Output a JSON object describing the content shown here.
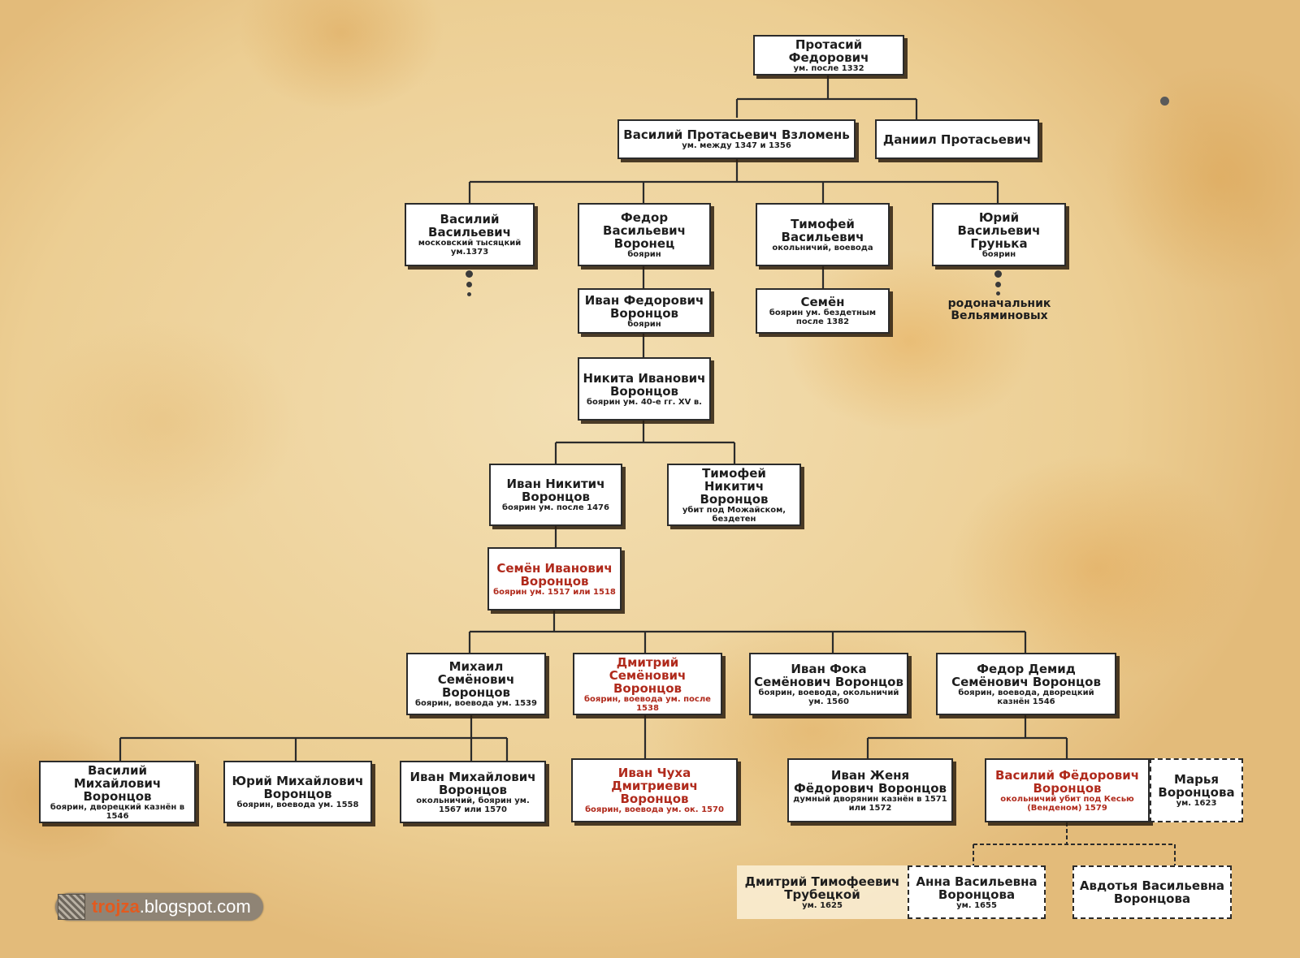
{
  "persons": {
    "protasiy": {
      "name": "Протасий Федорович",
      "sub": "ум. после 1332"
    },
    "vasiliy_vzlomen": {
      "name": "Василий Протасьевич Взломень",
      "sub": "ум. между 1347 и 1356"
    },
    "daniil": {
      "name": "Даниил Протасьевич",
      "sub": ""
    },
    "vasiliy_v": {
      "name": "Василий Васильевич",
      "sub": "московский тысяцкий ум.1373"
    },
    "fedor_voronets": {
      "name": "Федор Васильевич Воронец",
      "sub": "боярин"
    },
    "timofey_v": {
      "name": "Тимофей Васильевич",
      "sub": "окольничий, воевода"
    },
    "yuriy_grunka": {
      "name": "Юрий Васильевич Грунька",
      "sub": "боярин"
    },
    "ivan_fedorovich": {
      "name": "Иван Федорович Воронцов",
      "sub": "боярин"
    },
    "semen_t": {
      "name": "Семён",
      "sub": "боярин ум. бездетным после 1382"
    },
    "nikita": {
      "name": "Никита Иванович Воронцов",
      "sub": "боярин ум. 40-е гг. XV в."
    },
    "ivan_nikitich": {
      "name": "Иван Никитич Воронцов",
      "sub": "боярин ум. после 1476"
    },
    "timofey_nikitich": {
      "name": "Тимофей Никитич Воронцов",
      "sub": "убит под Можайском, бездетен"
    },
    "semen_ivanovich": {
      "name": "Семён Иванович Воронцов",
      "sub": "боярин ум. 1517 или 1518"
    },
    "mikhail_s": {
      "name": "Михаил Семёнович Воронцов",
      "sub": "боярин, воевода ум. 1539"
    },
    "dmitriy_s": {
      "name": "Дмитрий Семёнович Воронцов",
      "sub": "боярин, воевода ум. после 1538"
    },
    "ivan_foka": {
      "name": "Иван Фока Семёнович Воронцов",
      "sub": "боярин, воевода, окольничий ум. 1560"
    },
    "fedor_demid": {
      "name": "Федор Демид Семёнович Воронцов",
      "sub": "боярин, воевода, дворецкий казнён 1546"
    },
    "vasiliy_m": {
      "name": "Василий Михайлович Воронцов",
      "sub": "боярин, дворецкий казнён в 1546"
    },
    "yuriy_m": {
      "name": "Юрий Михайлович Воронцов",
      "sub": "боярин, воевода ум. 1558"
    },
    "ivan_m": {
      "name": "Иван Михайлович Воронцов",
      "sub": "окольничий, боярин ум. 1567 или 1570"
    },
    "ivan_chukha": {
      "name": "Иван Чуха Дмитриевич Воронцов",
      "sub": "боярин, воевода ум. ок. 1570"
    },
    "ivan_zhenya": {
      "name": "Иван Женя Фёдорович Воронцов",
      "sub": "думный дворянин казнён в 1571 или 1572"
    },
    "vasiliy_f": {
      "name": "Василий Фёдорович Воронцов",
      "sub": "окольничий убит под Кесью (Венденом) 1579"
    },
    "marya": {
      "name": "Марья Воронцова",
      "sub": "ум. 1623"
    },
    "dmitriy_trubetskoy": {
      "name": "Дмитрий Тимофеевич Трубецкой",
      "sub": "ум. 1625"
    },
    "anna": {
      "name": "Анна Васильевна Воронцова",
      "sub": "ум. 1655"
    },
    "avdotya": {
      "name": "Авдотья Васильевна Воронцова",
      "sub": ""
    }
  },
  "annotation": "родоначальник Вельяминовых",
  "watermark": {
    "site_highlight": "trojza",
    "site_rest": ".blogspot.com"
  },
  "colors": {
    "highlight": "#b02a1c",
    "line": "#2b2b2b"
  }
}
